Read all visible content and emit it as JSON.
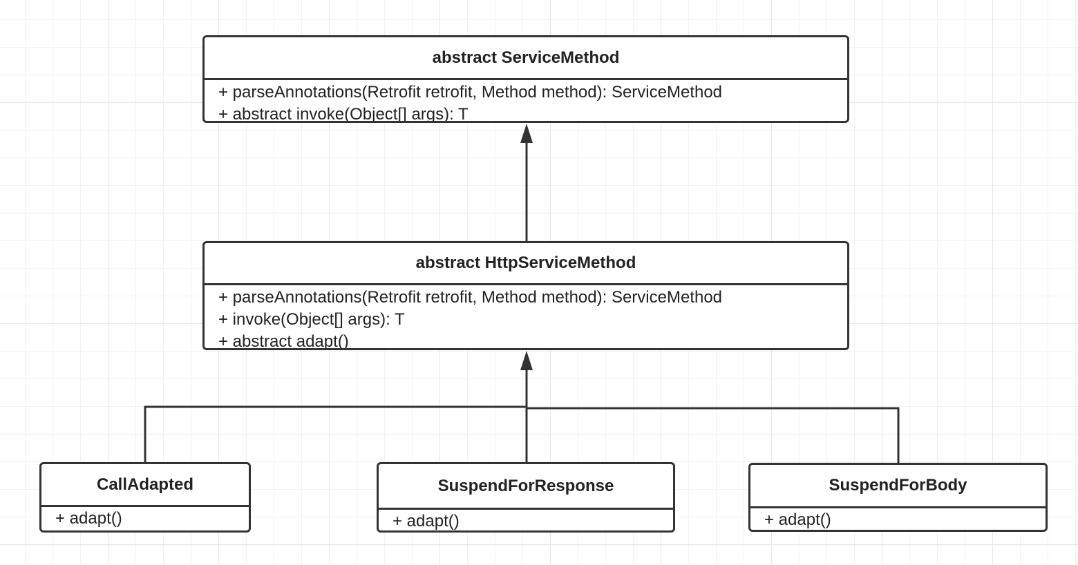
{
  "diagram": {
    "classes": [
      {
        "id": "service_method",
        "name": "abstract ServiceMethod",
        "members": [
          "+ parseAnnotations(Retrofit retrofit, Method method): ServiceMethod",
          "+ abstract invoke(Object[] args): T"
        ]
      },
      {
        "id": "http_service_method",
        "name": "abstract HttpServiceMethod",
        "members": [
          "+ parseAnnotations(Retrofit retrofit, Method method): ServiceMethod",
          "+ invoke(Object[] args): T",
          "+ abstract adapt()"
        ]
      },
      {
        "id": "call_adapted",
        "name": "CallAdapted",
        "members": [
          "+ adapt()"
        ]
      },
      {
        "id": "suspend_for_response",
        "name": "SuspendForResponse",
        "members": [
          "+ adapt()"
        ]
      },
      {
        "id": "suspend_for_body",
        "name": "SuspendForBody",
        "members": [
          "+ adapt()"
        ]
      }
    ],
    "relations": [
      {
        "type": "inheritance",
        "from": "http_service_method",
        "to": "service_method"
      },
      {
        "type": "inheritance",
        "from": "call_adapted",
        "to": "http_service_method"
      },
      {
        "type": "inheritance",
        "from": "suspend_for_response",
        "to": "http_service_method"
      },
      {
        "type": "inheritance",
        "from": "suspend_for_body",
        "to": "http_service_method"
      }
    ],
    "colors": {
      "stroke": "#333333",
      "box_fill": "#ffffff",
      "grid": "#e6e6e6"
    }
  }
}
